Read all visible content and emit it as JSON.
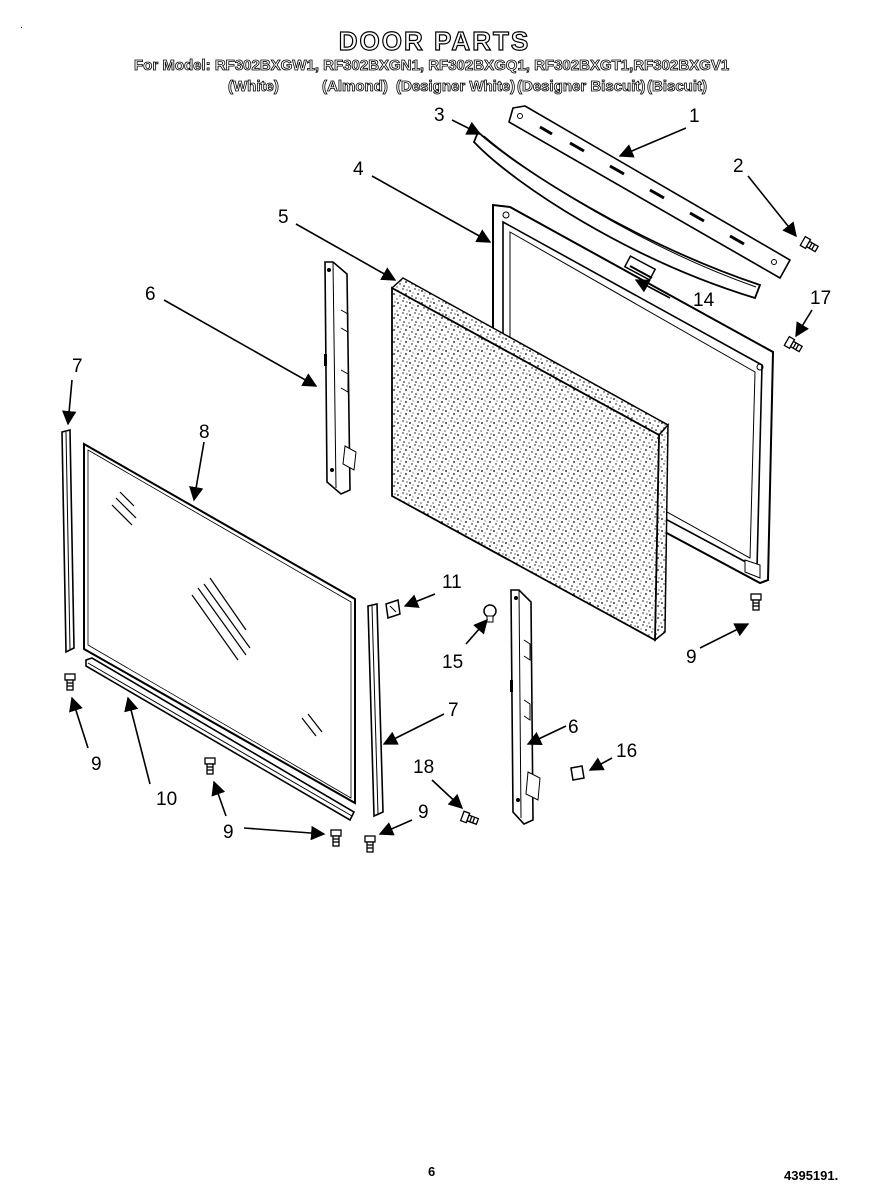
{
  "header": {
    "title": "DOOR PARTS",
    "models_line": "For Model: RF302BXGW1, RF302BXGN1, RF302BXGQ1, RF302BXGT1,RF302BXGV1",
    "colors": [
      "(White)",
      "(Almond)",
      "(Designer White)",
      "(Designer Biscuit)",
      "(Biscuit)"
    ]
  },
  "callouts": {
    "c1": "1",
    "c2": "2",
    "c3": "3",
    "c4": "4",
    "c5": "5",
    "c6a": "6",
    "c6b": "6",
    "c7a": "7",
    "c7b": "7",
    "c8": "8",
    "c9a": "9",
    "c9b": "9",
    "c9c": "9",
    "c9d": "9",
    "c10": "10",
    "c11": "11",
    "c14": "14",
    "c15": "15",
    "c16": "16",
    "c17": "17",
    "c18": "18"
  },
  "footer": {
    "page_number": "6",
    "doc_number": "4395191."
  }
}
